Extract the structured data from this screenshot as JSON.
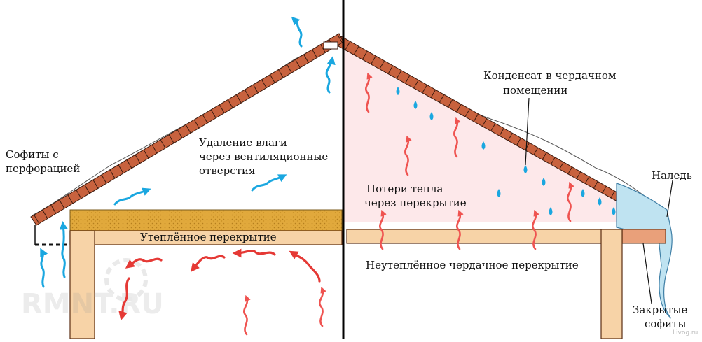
{
  "labels": {
    "soffits_perforated": [
      "Софиты с",
      "перфорацией"
    ],
    "moisture_removal": [
      "Удаление влаги",
      "через вентиляционные",
      "отверстия"
    ],
    "insulated_ceiling": "Утеплённое перекрытие",
    "condensate": [
      "Конденсат в чердачном",
      "помещении"
    ],
    "heat_loss": [
      "Потери тепла",
      "через перекрытие"
    ],
    "icing": "Наледь",
    "uninsulated_ceiling": "Неутеплённое чердачное перекрытие",
    "closed_soffits": [
      "Закрытые",
      "софиты"
    ]
  },
  "watermark": "RMNT.RU",
  "credit": "Livog.ru",
  "colors": {
    "roof_tile": "#c8623e",
    "wood": "#f7d3a7",
    "insulation": "#e1a93c",
    "air_flow": "#1aa7e0",
    "heat_flow": "#e53935",
    "attic_warm_tint": "#fde8ea",
    "ice": "#bfe3f1",
    "divider": "#000000"
  }
}
